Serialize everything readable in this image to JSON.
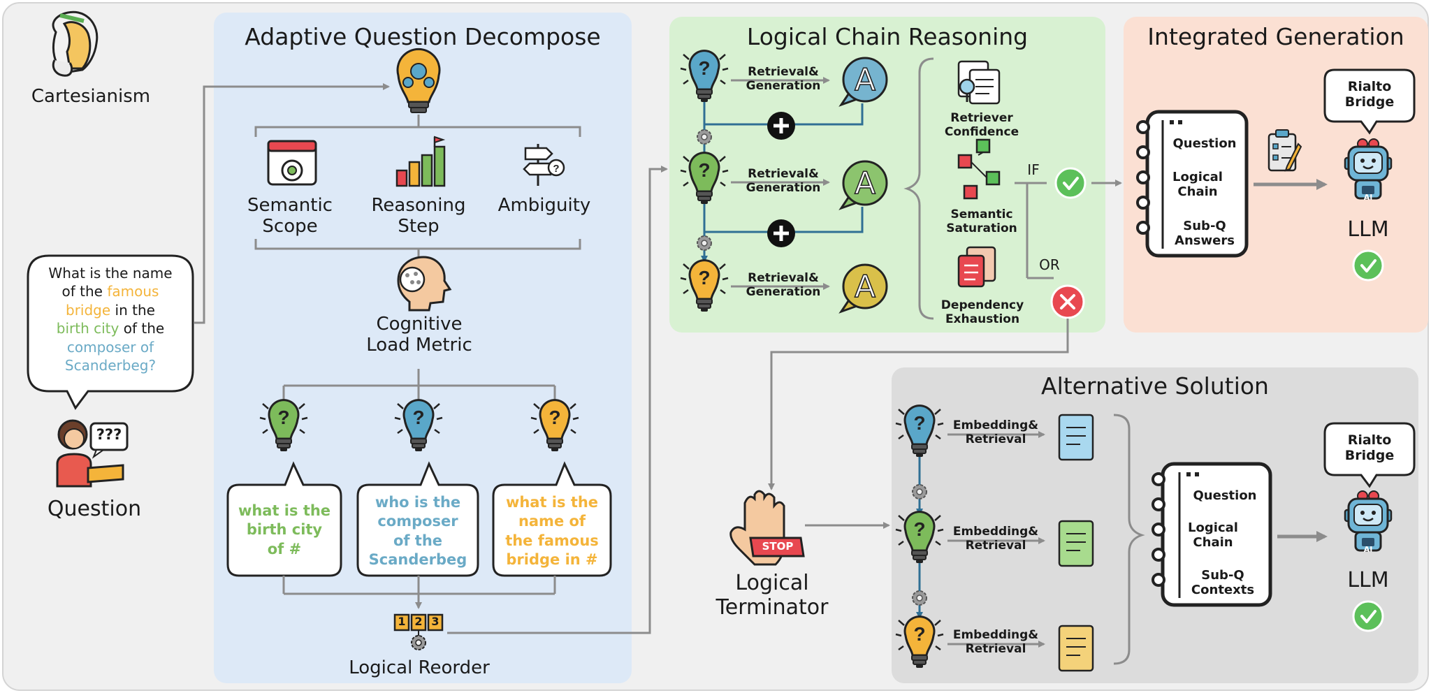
{
  "colors": {
    "panel_blue": "#dde9f7",
    "panel_green": "#d8f1d2",
    "panel_peach": "#fbe0d3",
    "panel_gray": "#dcdcdc",
    "bulb_blue": "#5aa7c9",
    "bulb_green": "#7dbb5b",
    "bulb_yellow": "#f4b43a",
    "check_green": "#5cc05a",
    "cross_red": "#e84850",
    "arrow_gray": "#8c8c8c"
  },
  "left": {
    "cartesianism_label": "Cartesianism",
    "question_label": "Question",
    "q_line1": "What is the name",
    "q_line2_pre": "of the ",
    "q_line2_hl": "famous",
    "q_line3_hl": "bridge",
    "q_line3_post": " in the",
    "q_line4_hl": "birth city",
    "q_line4_post": " of the",
    "q_line5_hl": "composer of",
    "q_line6_hl": "Scanderbeg?",
    "student_marks": "???"
  },
  "decompose": {
    "title": "Adaptive Question Decompose",
    "semantic_1": "Semantic",
    "semantic_2": "Scope",
    "reasoning_1": "Reasoning",
    "reasoning_2": "Step",
    "ambiguity": "Ambiguity",
    "clm_1": "Cognitive",
    "clm_2": "Load Metric",
    "sub1": [
      "what is the",
      "birth city",
      "of #"
    ],
    "sub2": [
      "who is the",
      "composer",
      "of the",
      "Scanderbeg"
    ],
    "sub3": [
      "what is the",
      "name of",
      "the famous",
      "bridge in #"
    ],
    "reorder_label": "Logical Reorder",
    "reorder_digits": [
      "1",
      "2",
      "3"
    ]
  },
  "chain": {
    "title": "Logical Chain Reasoning",
    "step_label_1": "Retrieval&",
    "step_label_2": "Generation",
    "answer_letter": "A",
    "retriever_1": "Retriever",
    "retriever_2": "Confidence",
    "saturation_1": "Semantic",
    "saturation_2": "Saturation",
    "dependency_1": "Dependency",
    "dependency_2": "Exhaustion",
    "if_label": "IF",
    "or_label": "OR"
  },
  "integrated": {
    "title": "Integrated Generation",
    "doc_items": [
      "Question",
      "Logical",
      "Chain",
      "Sub-Q",
      "Answers"
    ],
    "speech_1": "Rialto",
    "speech_2": "Bridge",
    "llm_label": "LLM",
    "robot_tag": "AI"
  },
  "terminator": {
    "stop_text": "STOP",
    "label_1": "Logical",
    "label_2": "Terminator"
  },
  "alternative": {
    "title": "Alternative Solution",
    "step_label_1": "Embedding&",
    "step_label_2": "Retrieval",
    "doc_items": [
      "Question",
      "Logical",
      "Chain",
      "Sub-Q",
      "Contexts"
    ],
    "speech_1": "Rialto",
    "speech_2": "Bridge",
    "llm_label": "LLM",
    "robot_tag": "AI"
  }
}
